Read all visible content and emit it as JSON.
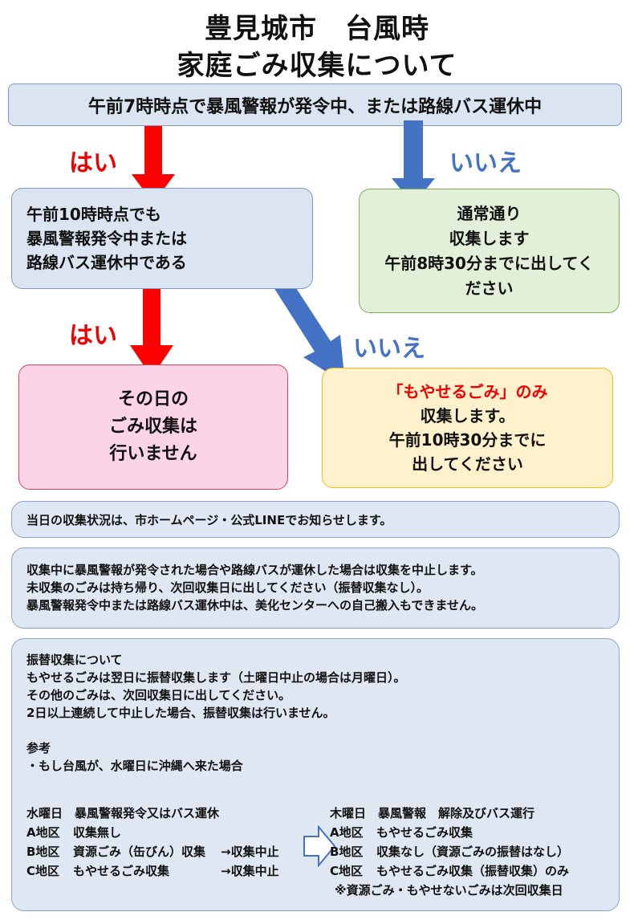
{
  "title": {
    "line1": "豊見城市　台風時",
    "line2": "家庭ごみ収集について"
  },
  "top_question": "午前7時時点で暴風警報が発令中、または路線バス運休中",
  "label_yes_1": "はい",
  "label_no_1": "いいえ",
  "label_yes_2": "はい",
  "label_no_2": "いいえ",
  "second_question": {
    "lines": [
      "午前10時時点でも",
      "暴風警報発令中または",
      "路線バス運休中である"
    ]
  },
  "normal_box": {
    "lines": [
      "通常通り",
      "収集します",
      "午前8時30分までに出してく",
      "ださい"
    ]
  },
  "no_collection_box": {
    "lines": [
      "その日の",
      "ごみ収集は",
      "行いません"
    ]
  },
  "burnable_box": {
    "highlight": "「もやせるごみ」のみ",
    "lines": [
      "収集します。",
      "午前10時30分までに",
      "出してください"
    ]
  },
  "info1": "当日の収集状況は、市ホームページ・公式LINEでお知らせします。",
  "info2": {
    "lines": [
      "収集中に暴風警報が発令された場合や路線バスが運休した場合は収集を中止します。",
      "未収集のごみは持ち帰り、次回収集日に出してください（振替収集なし）。",
      "暴風警報発令中または路線バス運休中は、美化センターへの自己搬入もできません。"
    ]
  },
  "info3": {
    "heading": "振替収集について",
    "lines": [
      "もやせるごみは翌日に振替収集します（土曜日中止の場合は月曜日）。",
      "その他のごみは、次回収集日に出してください。",
      "2日以上連続して中止した場合、振替収集は行いません。"
    ],
    "ref_heading": "参考",
    "ref_line": "・もし台風が、水曜日に沖縄へ来た場合",
    "wednesday": {
      "heading": "水曜日　暴風警報発令又はバス運休",
      "rows": [
        {
          "area": "A地区",
          "item": "収集無し",
          "result": ""
        },
        {
          "area": "B地区",
          "item": "資源ごみ（缶びん）収集",
          "result": "→収集中止"
        },
        {
          "area": "C地区",
          "item": "もやせるごみ収集",
          "result": "→収集中止"
        }
      ]
    },
    "thursday": {
      "heading": "木曜日　暴風警報　解除及びバス運行",
      "rows": [
        {
          "area": "A地区",
          "item": "もやせるごみ収集"
        },
        {
          "area": "B地区",
          "item": "収集なし（資源ごみの振替はなし）"
        },
        {
          "area": "C地区",
          "item": "もやせるごみ収集（振替収集）のみ"
        }
      ],
      "note": "※資源ごみ・もやせないごみは次回収集日"
    }
  },
  "colors": {
    "yes_arrow": "#ff0000",
    "no_arrow": "#4472c4",
    "yes_text": "#ee0000",
    "no_text": "#4472c4"
  }
}
